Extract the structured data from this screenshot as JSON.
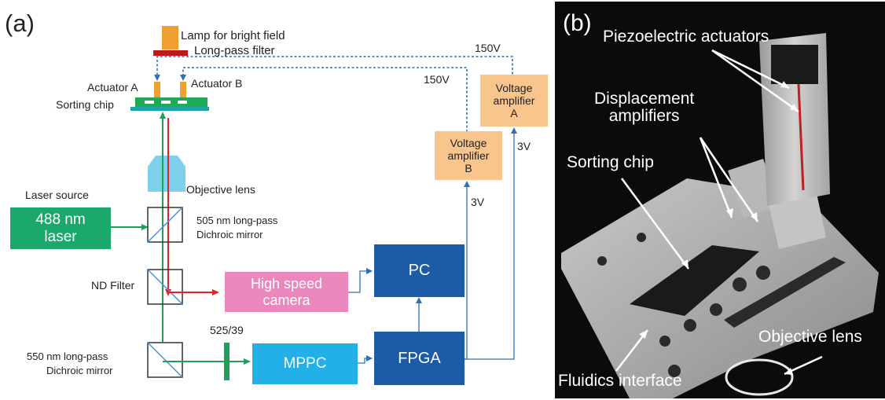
{
  "panel_a": {
    "tag": "(a)",
    "lamp_label": "Lamp for bright field",
    "longpass_label": "Long-pass filter",
    "voltage_top": "150V",
    "voltage_mid": "150V",
    "actuator_a": "Actuator A",
    "actuator_b": "Actuator B",
    "sorting_chip": "Sorting chip",
    "objective_lens": "Objective lens",
    "laser_source": "Laser source",
    "laser_box_line1": "488 nm",
    "laser_box_line2": "laser",
    "dichroic_505_line1": "505 nm long-pass",
    "dichroic_505_line2": "Dichroic mirror",
    "nd_filter": "ND Filter",
    "hs_camera_line1": "High speed",
    "hs_camera_line2": "camera",
    "pc": "PC",
    "filter_525": "525/39",
    "dichroic_550_line1": "550 nm long-pass",
    "dichroic_550_line2": "Dichroic mirror",
    "mppc": "MPPC",
    "fpga": "FPGA",
    "amp_a_line1": "Voltage",
    "amp_a_line2": "amplifier",
    "amp_a_line3": "A",
    "amp_b_line1": "Voltage",
    "amp_b_line2": "amplifier",
    "amp_b_line3": "B",
    "v3_a": "3V",
    "v3_b": "3V"
  },
  "panel_b": {
    "tag": "(b)",
    "piezo": "Piezoelectric actuators",
    "disp_line1": "Displacement",
    "disp_line2": "amplifiers",
    "sorting_chip": "Sorting chip",
    "objective_lens": "Objective lens",
    "fluidics": "Fluidics interface"
  },
  "colors": {
    "green_beam": "#1f9e5c",
    "red_beam": "#e02424",
    "blue_line": "#2f6fb5",
    "laser_box": "#1aa86b",
    "hs_camera_box": "#ea88bd",
    "pc_fpga_box": "#1d5ba6",
    "mppc_box": "#23b0e6",
    "amp_box": "#f8c58c",
    "lamp": "#f0a030",
    "filter_red": "#c01818",
    "chip_teal": "#1aa6a6",
    "objective": "#7fd0ea"
  }
}
